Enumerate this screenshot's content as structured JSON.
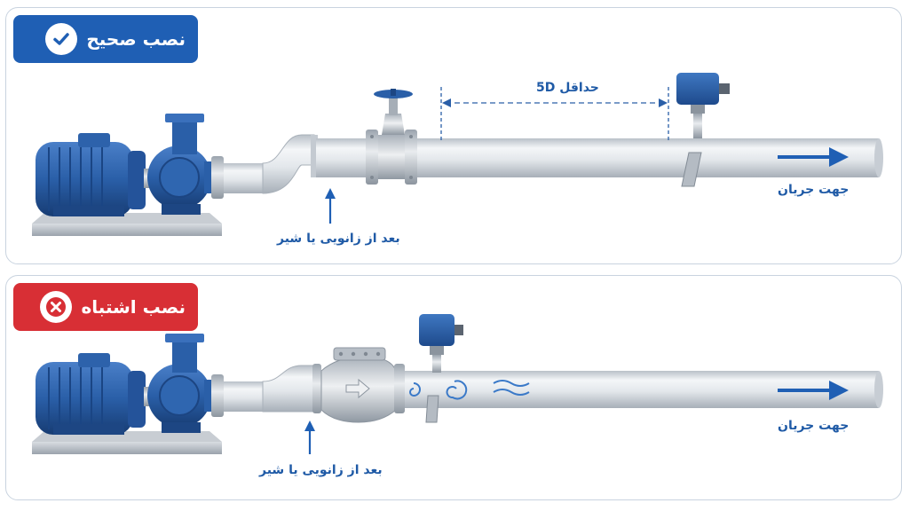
{
  "panels": {
    "correct": {
      "badge_text": "نصب صحیح",
      "distance_label": "حداقل 5D",
      "location_label": "بعد از زانویی یا شیر",
      "flow_label": "جهت جریان"
    },
    "wrong": {
      "badge_text": "نصب اشتباه",
      "location_label": "بعد از زانویی یا شیر",
      "flow_label": "جهت جریان"
    }
  },
  "colors": {
    "correct_accent": "#1f5fb4",
    "wrong_accent": "#d82f35",
    "label_blue": "#1f5aa6",
    "pump_blue": "#2a5fa8",
    "pipe_gray": "#d6dbe1"
  },
  "icons": {
    "correct": "check-icon",
    "wrong": "cross-icon"
  }
}
